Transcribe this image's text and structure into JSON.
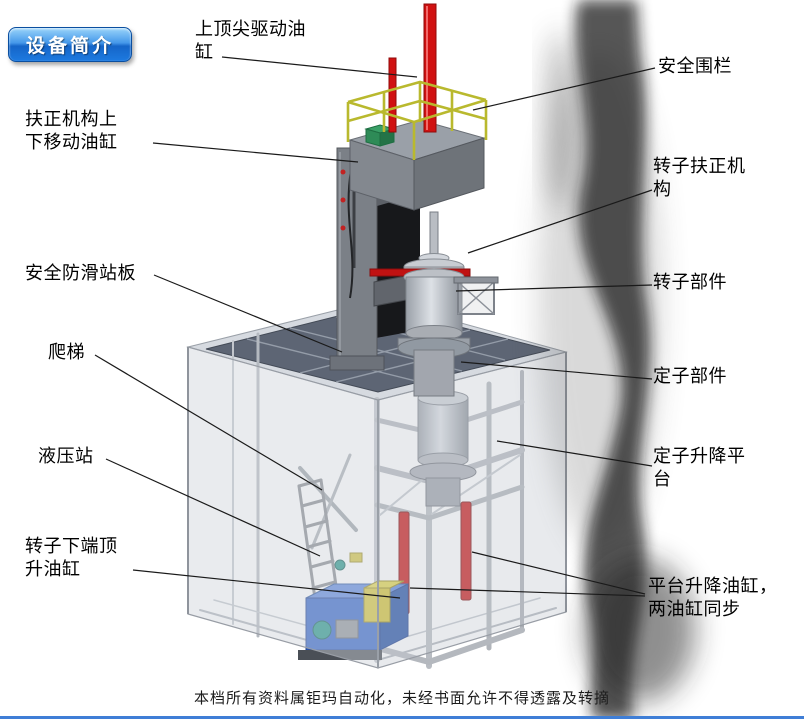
{
  "badge": {
    "label": "设备简介"
  },
  "labels": [
    {
      "id": "top-pin-drive-cylinder",
      "text": "上顶尖驱动油\n缸"
    },
    {
      "id": "safety-fence",
      "text": "安全围栏"
    },
    {
      "id": "centering-updown-cylinder",
      "text": "扶正机构上\n下移动油缸"
    },
    {
      "id": "rotor-centering-mechanism",
      "text": "转子扶正机\n构"
    },
    {
      "id": "anti-slip-standing-board",
      "text": "安全防滑站板"
    },
    {
      "id": "rotor-part",
      "text": "转子部件"
    },
    {
      "id": "ladder",
      "text": "爬梯"
    },
    {
      "id": "stator-part",
      "text": "定子部件"
    },
    {
      "id": "hydraulic-station",
      "text": "液压站"
    },
    {
      "id": "stator-lift-platform",
      "text": "定子升降平\n台"
    },
    {
      "id": "rotor-bottom-jack-cylinder",
      "text": "转子下端顶\n升油缸"
    },
    {
      "id": "platform-lift-cylinders",
      "text": "平台升降油缸，\n两油缸同步"
    }
  ],
  "footer": {
    "text": "本档所有资料属钜玛自动化，未经书面允许不得透露及转摘"
  },
  "colors": {
    "badge_blue": "#1d7ae0",
    "cylinder_red": "#c81414",
    "railing_yellow": "#b9b92e",
    "hydraulic_blue": "#2f62c8",
    "platform_gray": "#5d6574"
  }
}
